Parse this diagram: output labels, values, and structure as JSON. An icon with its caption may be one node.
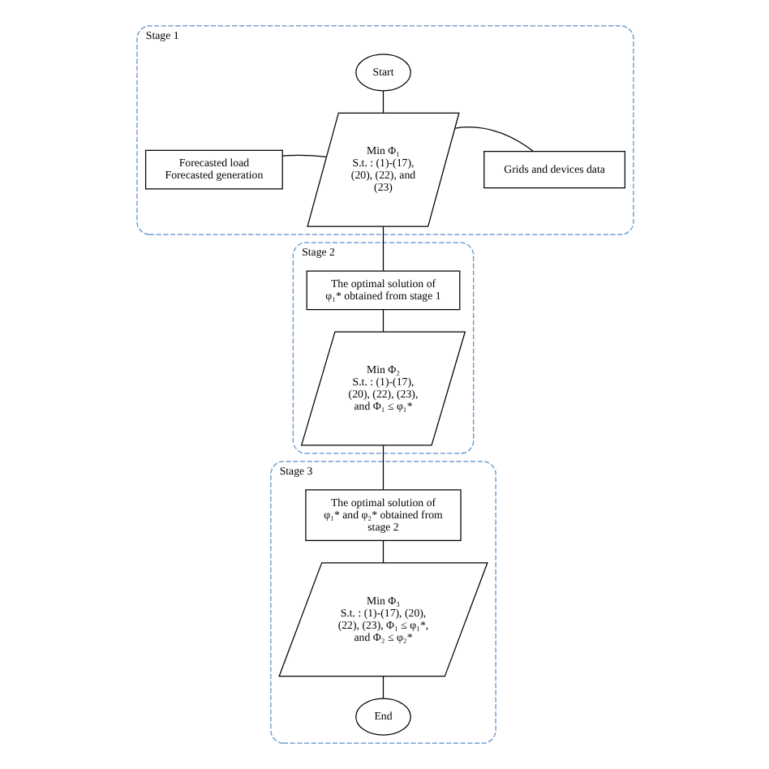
{
  "diagram": {
    "nodes": [
      {
        "text": [
          "Stage 1"
        ]
      },
      {
        "text": [
          "Start"
        ],
        "in": 0
      },
      {
        "text": [
          "Forecasted load",
          "Forecasted generation"
        ],
        "in": 0
      },
      {
        "text": [
          "Min Φ₁",
          "S.t. : (1)-(17), (20), (22), and (23)"
        ],
        "in": 0
      },
      {
        "text": [
          "Grids and devices data"
        ],
        "in": 0
      },
      {
        "text": [
          "Stage 2"
        ]
      },
      {
        "text": [
          "The optimal solution of φ₁* obtained from stage 1"
        ],
        "in": 5
      },
      {
        "text": [
          "Min Φ₂",
          "S.t. : (1)-(17), (20), (22), (23), and Φ₁ ≤ φ₁*"
        ],
        "in": 5
      },
      {
        "text": [
          "Stage 3"
        ]
      },
      {
        "text": [
          "The optimal solution of φ₁* and φ₂* obtained from stage 2"
        ],
        "in": 8
      },
      {
        "text": [
          "Min Φ₃",
          "S.t. : (1)-(17), (20), (22), (23), Φ₁ ≤ φ₁*, and Φ₂ ≤ φ₂*"
        ],
        "in": 8
      },
      {
        "text": [
          "End"
        ],
        "in": 8
      }
    ],
    "edges": [
      {
        "from": 1,
        "to": 3,
        "arrow": "none"
      },
      {
        "from": 2,
        "to": 3,
        "arrow": "none"
      },
      {
        "from": 4,
        "to": 3,
        "arrow": "none"
      },
      {
        "from": 3,
        "to": 6,
        "arrow": "none"
      },
      {
        "from": 6,
        "to": 7,
        "arrow": "none"
      },
      {
        "from": 7,
        "to": 9,
        "arrow": "none"
      },
      {
        "from": 9,
        "to": 10,
        "arrow": "none"
      },
      {
        "from": 10,
        "to": 11,
        "arrow": "none"
      }
    ]
  }
}
